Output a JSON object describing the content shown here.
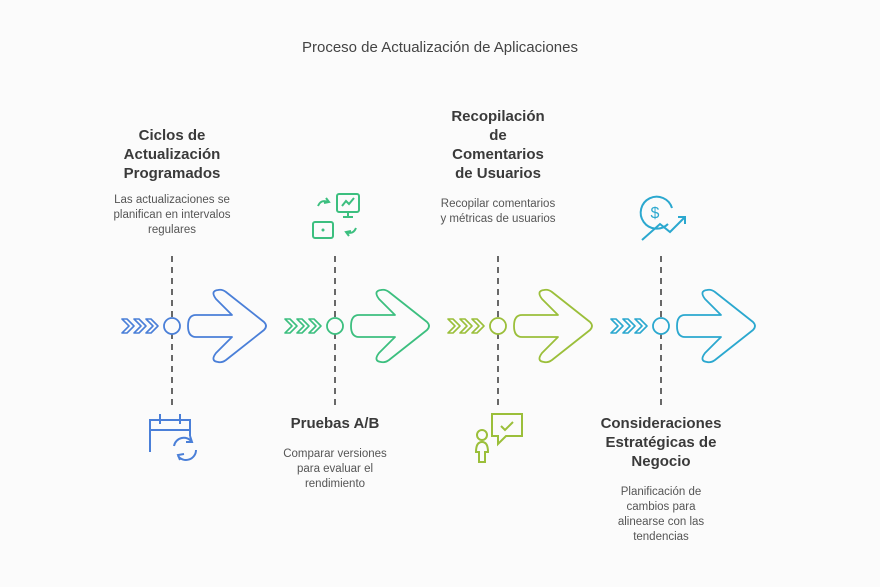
{
  "title": "Proceso de Actualización de Aplicaciones",
  "stages": [
    {
      "heading": "Ciclos de Actualización Programados",
      "description": "Las actualizaciones se planifican en intervalos regulares",
      "icon": "calendar-refresh-icon",
      "color": "#4a7fd8"
    },
    {
      "heading": "Pruebas A/B",
      "description": "Comparar versiones para evaluar el rendimiento",
      "icon": "ab-test-monitor-icon",
      "color": "#3cbf7f"
    },
    {
      "heading": "Recopilación de Comentarios de Usuarios",
      "description": "Recopilar comentarios y métricas de usuarios",
      "icon": "user-feedback-icon",
      "color": "#9bbf3a"
    },
    {
      "heading": "Consideraciones Estratégicas de Negocio",
      "description": "Planificación de cambios para alinearse con las tendencias",
      "icon": "dollar-growth-icon",
      "color": "#2ba8cf"
    }
  ]
}
